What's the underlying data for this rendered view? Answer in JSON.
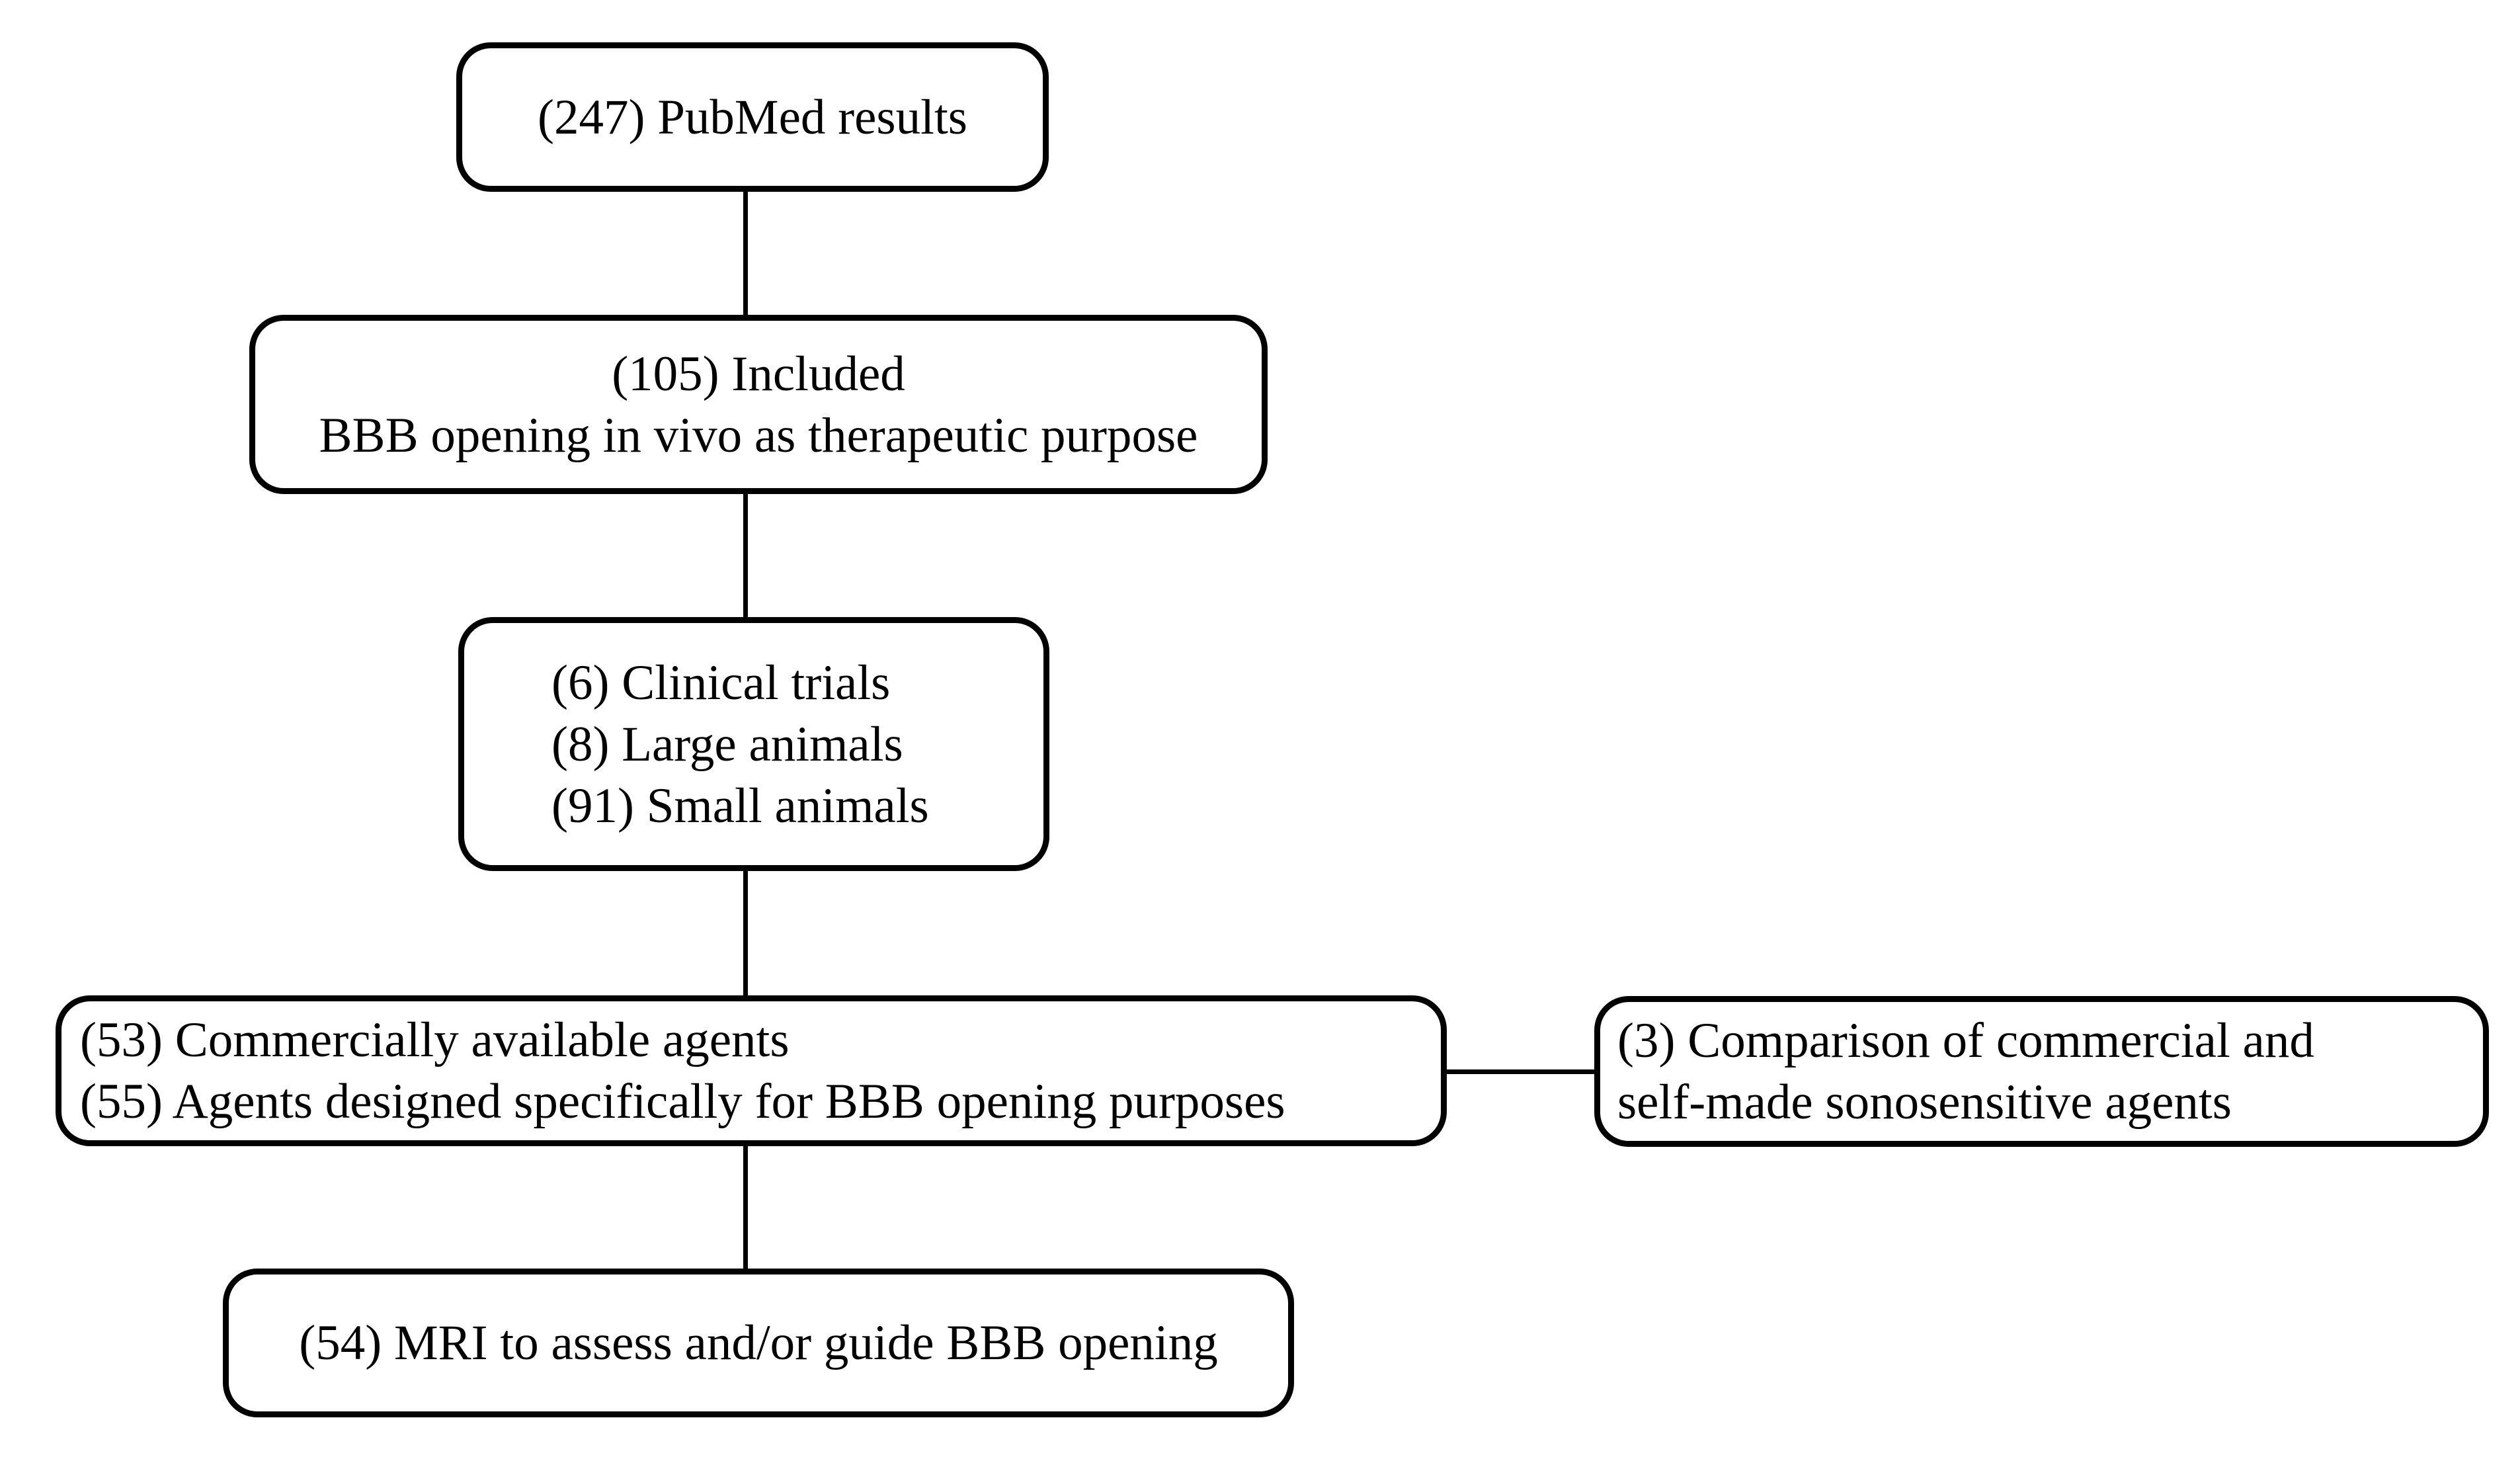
{
  "canvas": {
    "background_color": "#ffffff",
    "box_border_color": "#000000",
    "text_color": "#000000"
  },
  "flowchart": {
    "nodes": [
      {
        "id": "pubmed-results",
        "lines": [
          "(247) PubMed results"
        ]
      },
      {
        "id": "included-studies",
        "lines": [
          "(105) Included",
          "BBB opening in vivo as therapeutic purpose"
        ]
      },
      {
        "id": "study-types",
        "lines": [
          "(6) Clinical trials",
          "(8) Large animals",
          "(91) Small animals"
        ]
      },
      {
        "id": "agent-types",
        "lines": [
          "(53) Commercially available agents",
          "(55) Agents designed specifically for BBB opening purposes"
        ]
      },
      {
        "id": "agent-comparison",
        "lines": [
          "(3) Comparison of commercial and",
          "self-made sonosensitive agents"
        ]
      },
      {
        "id": "mri-assessment",
        "lines": [
          "(54) MRI to assess and/or guide BBB opening"
        ]
      }
    ]
  }
}
